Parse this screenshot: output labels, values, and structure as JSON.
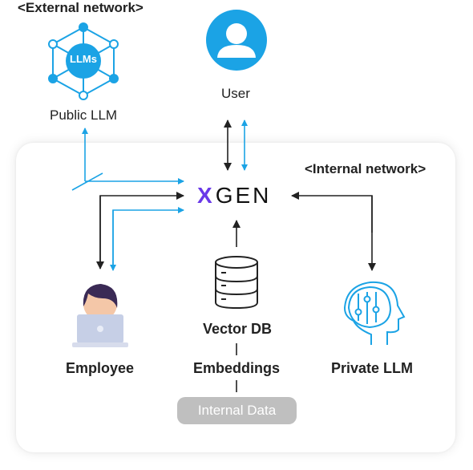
{
  "external_network": {
    "label": "<External network>"
  },
  "internal_network": {
    "label": "<Internal network>"
  },
  "public_llm": {
    "label": "Public LLM",
    "icon_text": "LLMs",
    "icon": "llm-network-icon"
  },
  "user": {
    "label": "User",
    "icon": "user-icon"
  },
  "brand": {
    "prefix": "X",
    "rest": "GEN"
  },
  "employee": {
    "label": "Employee",
    "icon": "employee-laptop-icon"
  },
  "vector_db": {
    "label": "Vector DB",
    "icon": "database-icon"
  },
  "embeddings": {
    "label": "Embeddings"
  },
  "internal_data": {
    "label": "Internal Data"
  },
  "private_llm": {
    "label": "Private LLM",
    "icon": "brain-head-icon"
  },
  "colors": {
    "blue": "#1ba3e5",
    "dark": "#222222",
    "brand_purple": "#6a39e8",
    "pill_gray": "#bfbfbf"
  }
}
